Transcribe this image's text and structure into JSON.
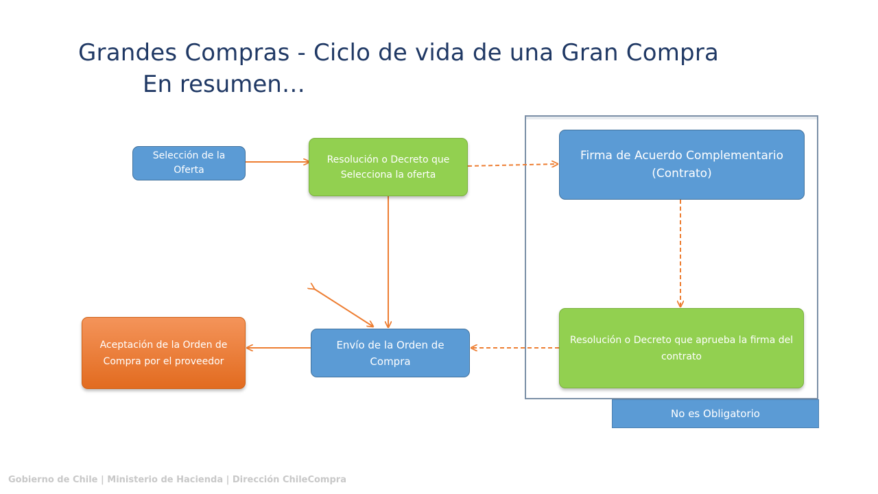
{
  "slide": {
    "title": "Grandes Compras - Ciclo de vida de una Gran Compra",
    "subtitle": "En resumen…"
  },
  "diagram": {
    "optional_tag": "No es Obligatorio",
    "nodes": {
      "seleccion": "Selección de la Oferta",
      "resolucion_selecciona": "Resolución o Decreto que Selecciona la oferta",
      "firma": "Firma de Acuerdo Complementario (Contrato)",
      "resolucion_aprueba": "Resolución o Decreto que aprueba la firma del contrato",
      "envio": "Envío de la Orden de Compra",
      "aceptacion": "Aceptación de la Orden de Compra por el proveedor"
    },
    "colors": {
      "accent_blue": "#5b9bd5",
      "accent_green": "#92d050",
      "accent_orange": "#e26b1f",
      "arrow": "#ed7d31",
      "title": "#1f3864"
    }
  },
  "footer": {
    "text": "Gobierno de Chile | Ministerio de Hacienda | Dirección ChileCompra"
  }
}
